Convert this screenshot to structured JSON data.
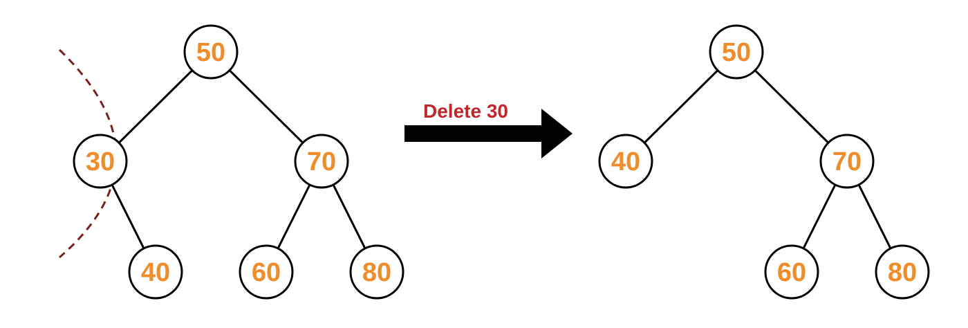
{
  "colors": {
    "node_text": "#f08c2a",
    "edge": "#000000",
    "operation_text": "#c0262b",
    "cut_marker": "#7a1f1f",
    "arrow": "#000000"
  },
  "operation": {
    "label": "Delete 30"
  },
  "before_tree": {
    "nodes": [
      {
        "id": "b50",
        "label": "50"
      },
      {
        "id": "b30",
        "label": "30"
      },
      {
        "id": "b70",
        "label": "70"
      },
      {
        "id": "b40",
        "label": "40"
      },
      {
        "id": "b60",
        "label": "60"
      },
      {
        "id": "b80",
        "label": "80"
      }
    ],
    "edges": [
      [
        "b50",
        "b30"
      ],
      [
        "b50",
        "b70"
      ],
      [
        "b30",
        "b40"
      ],
      [
        "b70",
        "b60"
      ],
      [
        "b70",
        "b80"
      ]
    ]
  },
  "after_tree": {
    "nodes": [
      {
        "id": "a50",
        "label": "50"
      },
      {
        "id": "a40",
        "label": "40"
      },
      {
        "id": "a70",
        "label": "70"
      },
      {
        "id": "a60",
        "label": "60"
      },
      {
        "id": "a80",
        "label": "80"
      }
    ],
    "edges": [
      [
        "a50",
        "a40"
      ],
      [
        "a50",
        "a70"
      ],
      [
        "a70",
        "a60"
      ],
      [
        "a70",
        "a80"
      ]
    ]
  }
}
